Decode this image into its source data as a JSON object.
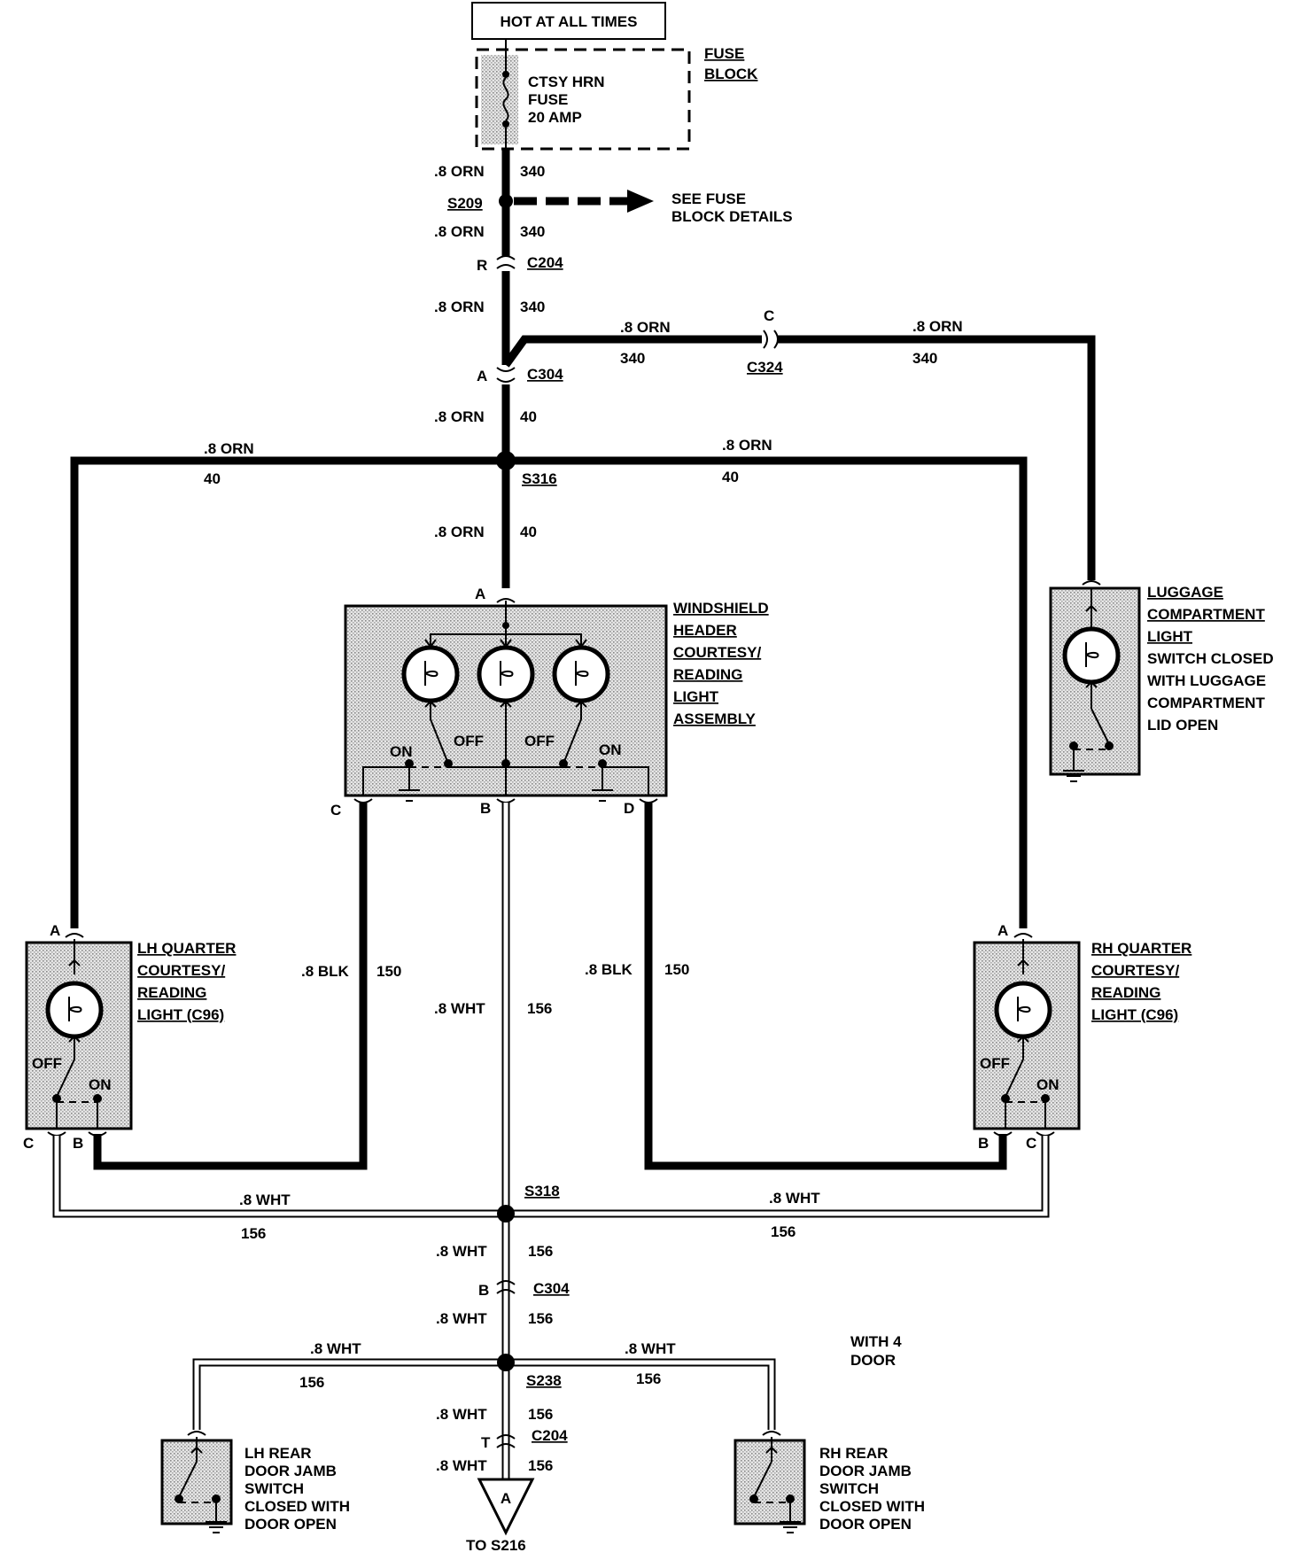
{
  "power": {
    "title": "HOT AT ALL TIMES"
  },
  "fuse_block": {
    "label_line1": "FUSE",
    "label_line2": "BLOCK",
    "fuse_line1": "CTSY HRN",
    "fuse_line2": "FUSE",
    "fuse_line3": "20 AMP"
  },
  "wire_labels": {
    "orn": ".8 ORN",
    "wht": ".8 WHT",
    "blk": ".8 BLK",
    "c340": "340",
    "c40": "40",
    "c156": "156",
    "c150": "150"
  },
  "splices": {
    "s209": "S209",
    "s316": "S316",
    "s318": "S318",
    "s238": "S238"
  },
  "connectors": {
    "c204": "C204",
    "c304": "C304",
    "c324": "C324"
  },
  "pins": {
    "a": "A",
    "b": "B",
    "c": "C",
    "d": "D",
    "r": "R",
    "t": "T"
  },
  "references": {
    "fuse_details_line1": "SEE FUSE",
    "fuse_details_line2": "BLOCK DETAILS",
    "to_s216": "TO S216",
    "offpage": "A",
    "with4door_line1": "WITH 4",
    "with4door_line2": "DOOR"
  },
  "windshield": {
    "lines": [
      "WINDSHIELD",
      "HEADER",
      "COURTESY/",
      "READING",
      "LIGHT",
      "ASSEMBLY"
    ],
    "on": "ON",
    "off": "OFF"
  },
  "luggage": {
    "lines": [
      "LUGGAGE",
      "COMPARTMENT",
      "LIGHT",
      "SWITCH CLOSED",
      "WITH LUGGAGE",
      "COMPARTMENT",
      "LID OPEN"
    ]
  },
  "lh_quarter": {
    "lines": [
      "LH QUARTER",
      "COURTESY/",
      "READING",
      "LIGHT (C96)"
    ]
  },
  "rh_quarter": {
    "lines": [
      "RH QUARTER",
      "COURTESY/",
      "READING",
      "LIGHT (C96)"
    ]
  },
  "lh_rear": {
    "lines": [
      "LH REAR",
      "DOOR JAMB",
      "SWITCH",
      "CLOSED WITH",
      "DOOR OPEN"
    ]
  },
  "rh_rear": {
    "lines": [
      "RH REAR",
      "DOOR JAMB",
      "SWITCH",
      "CLOSED WITH",
      "DOOR OPEN"
    ]
  }
}
